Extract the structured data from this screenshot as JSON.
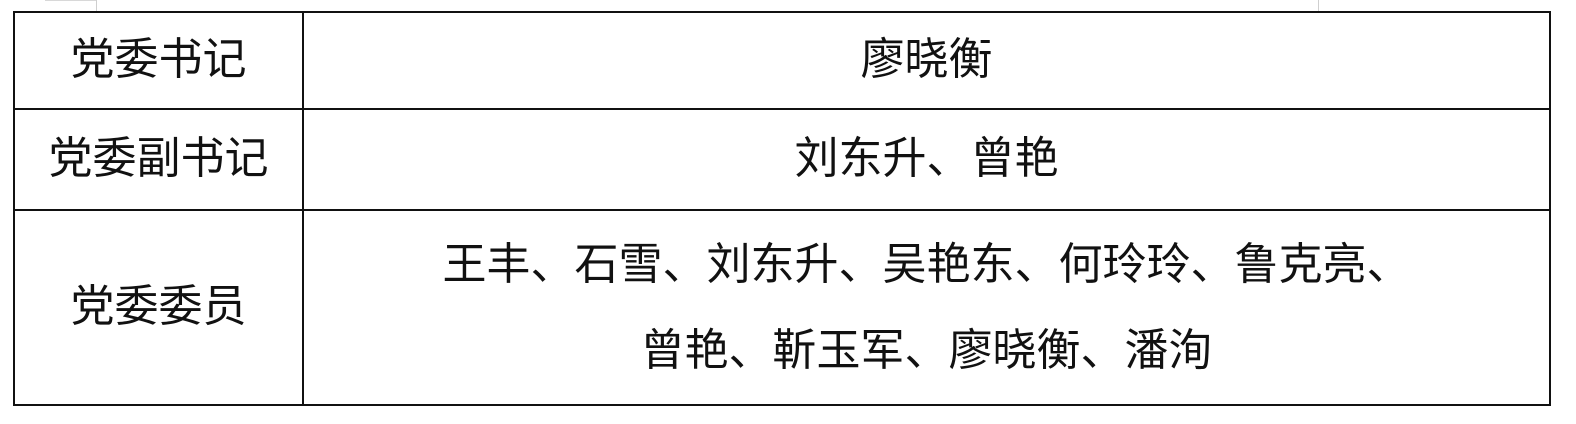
{
  "table": {
    "rows": [
      {
        "role": "党委书记",
        "names": [
          "廖晓衡"
        ]
      },
      {
        "role": "党委副书记",
        "names": [
          "刘东升、曾艳"
        ]
      },
      {
        "role": "党委委员",
        "names": [
          "王丰、石雪、刘东升、吴艳东、何玲玲、鲁克亮、",
          "曾艳、靳玉军、廖晓衡、潘洵"
        ]
      }
    ]
  }
}
